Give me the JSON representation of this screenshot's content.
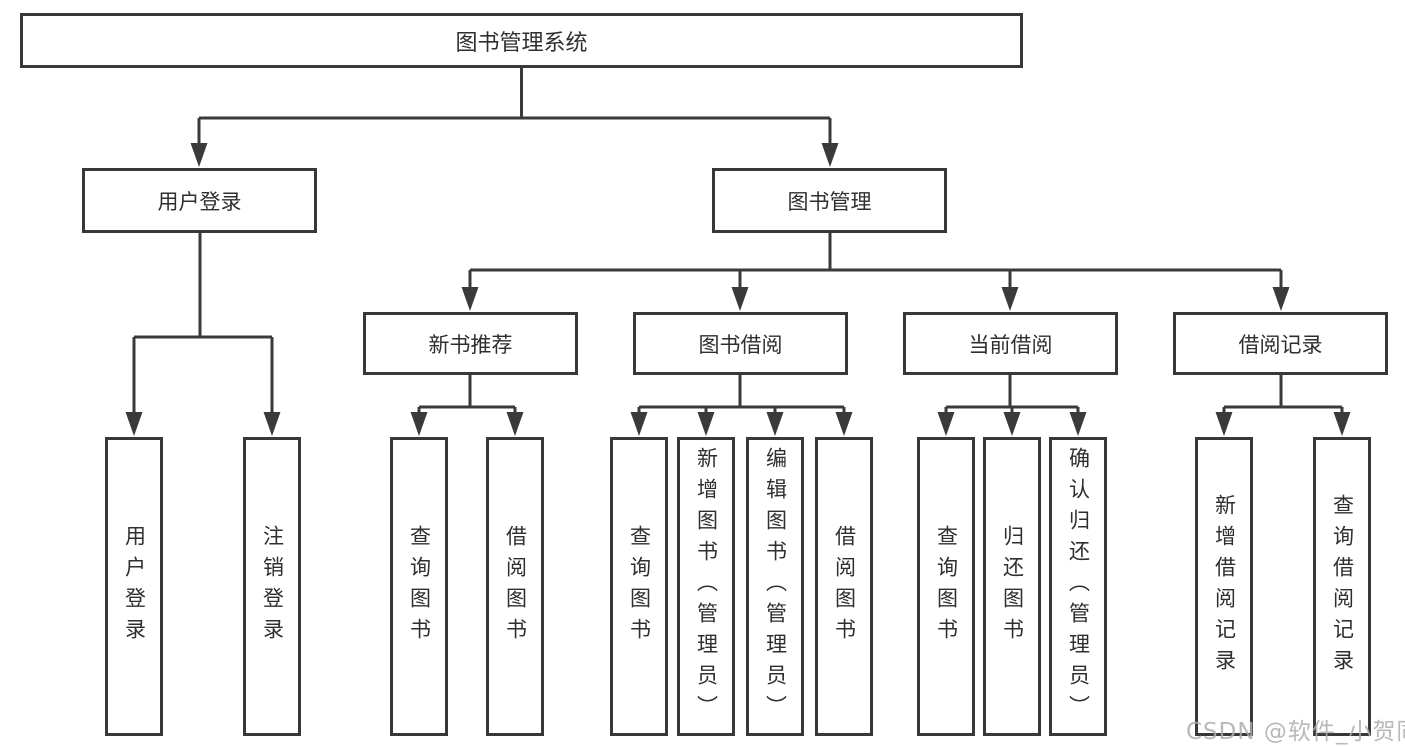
{
  "diagram": {
    "root": {
      "label": "图书管理系统"
    },
    "branches": [
      {
        "label": "用户登录",
        "leaves": [
          {
            "label": "用户登录"
          },
          {
            "label": "注销登录"
          }
        ]
      },
      {
        "label": "图书管理",
        "groups": [
          {
            "label": "新书推荐",
            "leaves": [
              {
                "label": "查询图书"
              },
              {
                "label": "借阅图书"
              }
            ]
          },
          {
            "label": "图书借阅",
            "leaves": [
              {
                "label": "查询图书"
              },
              {
                "label": "新增图书（管理员）"
              },
              {
                "label": "编辑图书（管理员）"
              },
              {
                "label": "借阅图书"
              }
            ]
          },
          {
            "label": "当前借阅",
            "leaves": [
              {
                "label": "查询图书"
              },
              {
                "label": "归还图书"
              },
              {
                "label": "确认归还（管理员）"
              }
            ]
          },
          {
            "label": "借阅记录",
            "leaves": [
              {
                "label": "新增借阅记录"
              },
              {
                "label": "查询借阅记录"
              }
            ]
          }
        ]
      }
    ],
    "colors": {
      "line": "#3a3a3a",
      "box_border": "#383838",
      "text": "#2f2f2f",
      "watermark": "#adadad",
      "background": "#ffffff"
    }
  },
  "watermark": {
    "text": "CSDN @软件_小贺同学"
  }
}
